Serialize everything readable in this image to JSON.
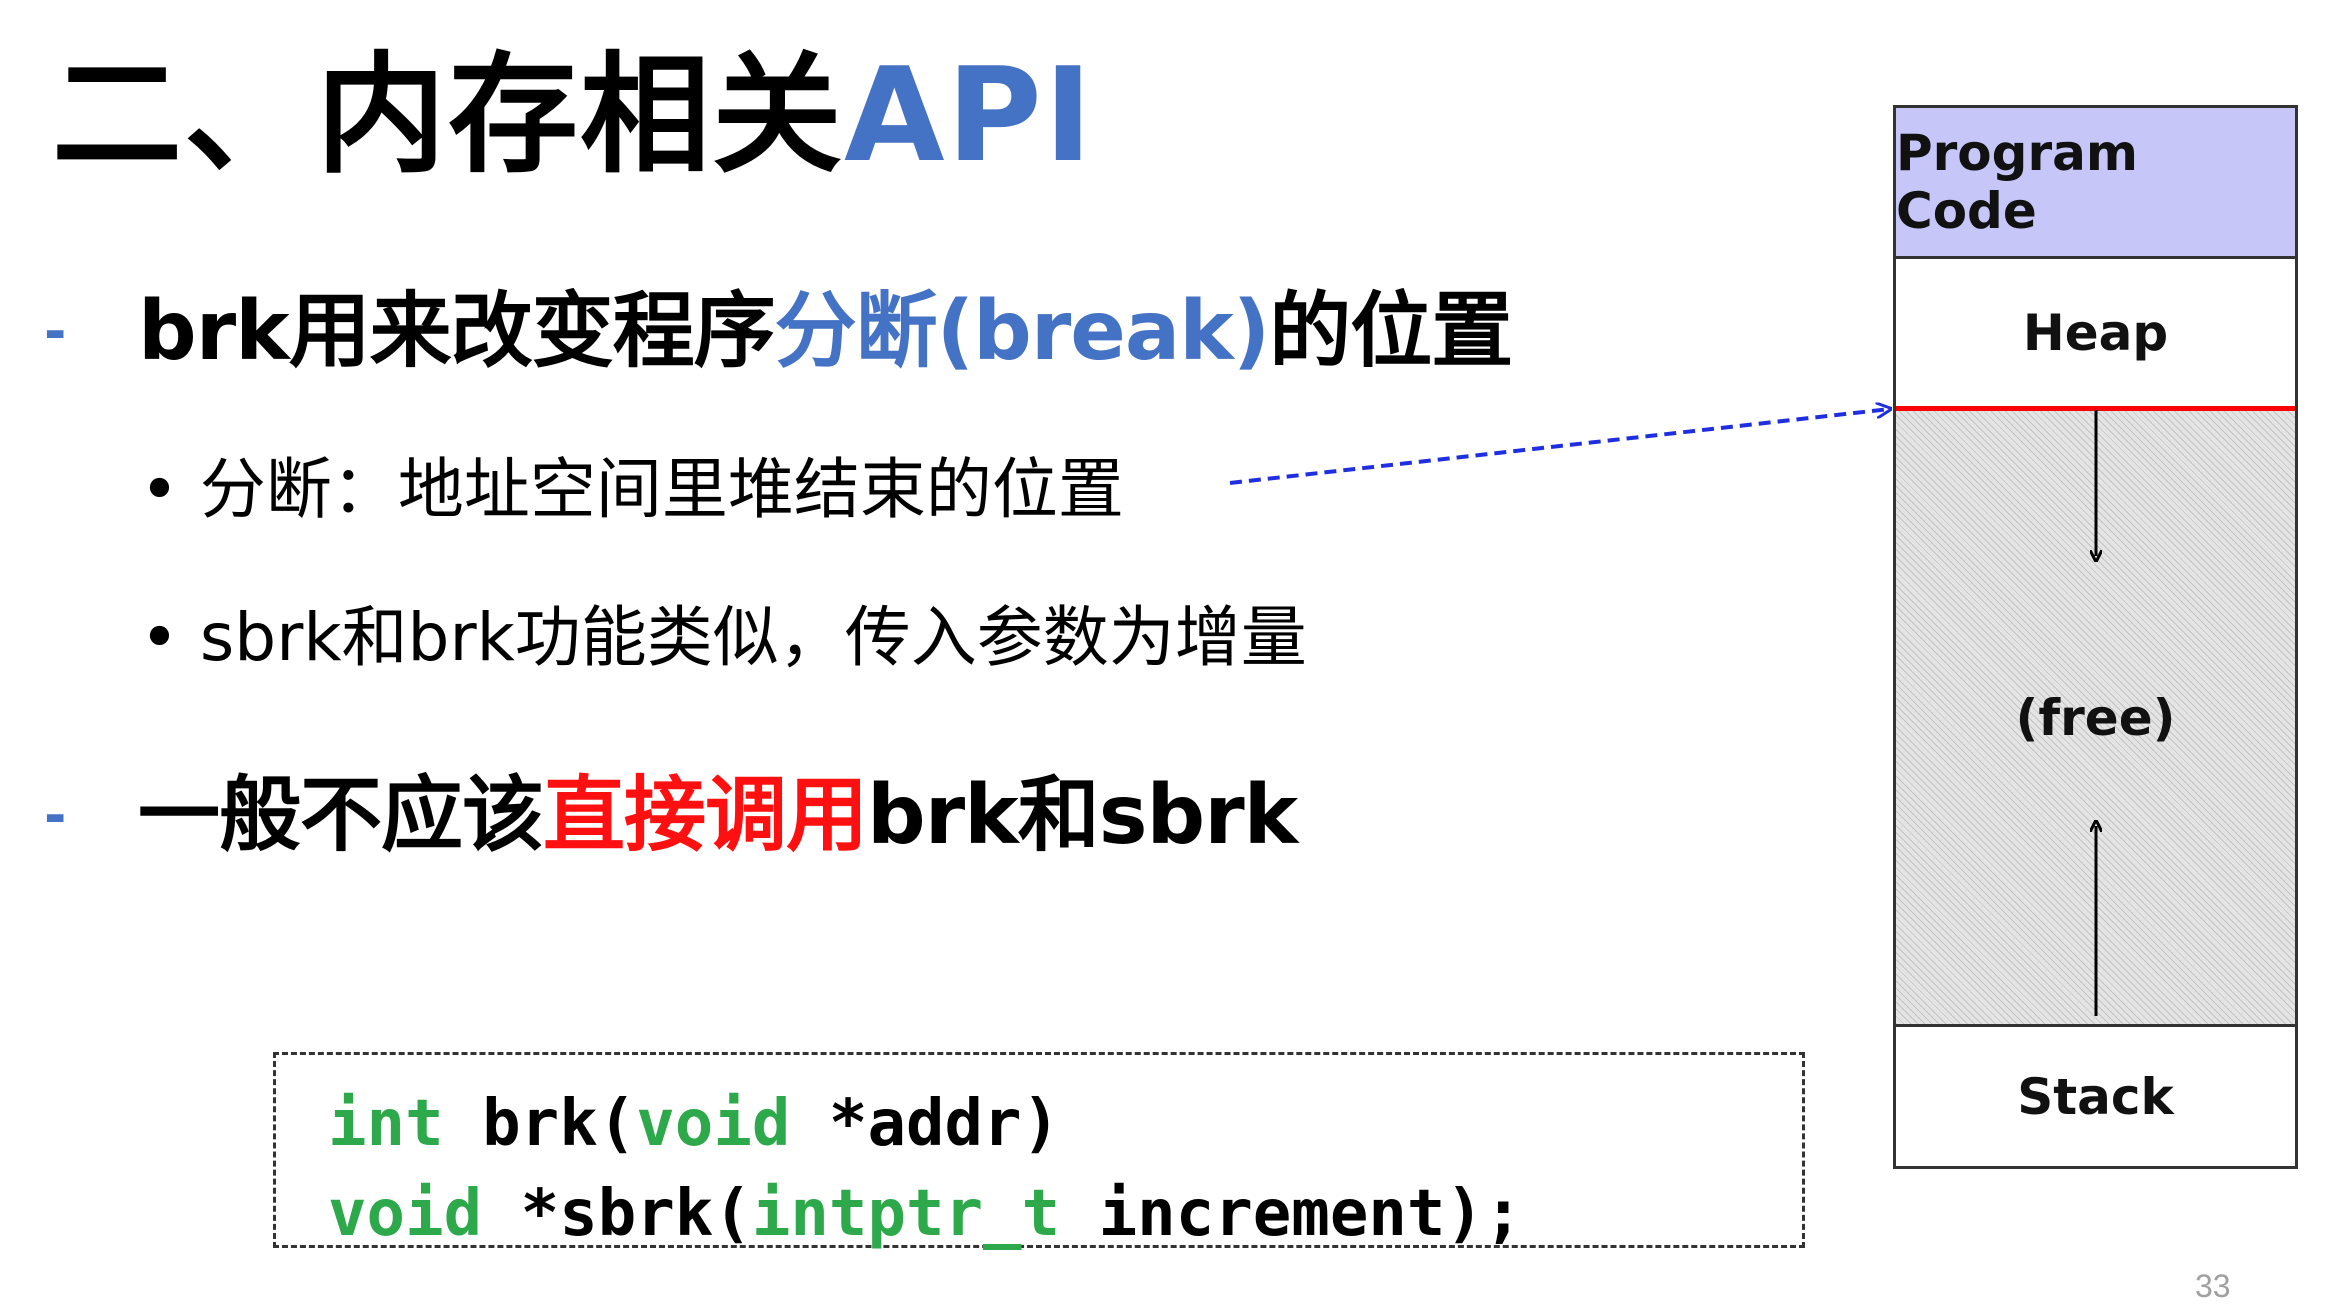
{
  "slide": {
    "title_prefix": "二、内存相关",
    "title_highlight": "API",
    "page_number": "33"
  },
  "bullets": [
    {
      "marker": "-",
      "parts": [
        "brk用来改变程序",
        "分断(break)",
        "的位置"
      ]
    },
    {
      "marker": "-",
      "parts": [
        "一般不应该",
        "直接调用",
        "brk和sbrk"
      ]
    }
  ],
  "sub_bullets": [
    "• 分断：地址空间里堆结束的位置",
    "• sbrk和brk功能类似，传入参数为增量"
  ],
  "code": {
    "line1": {
      "type": "int",
      "rest1": " brk(",
      "param_type": "void",
      "rest2": " *addr)"
    },
    "line2": {
      "type": "void",
      "rest1": " *sbrk(",
      "param_type": "intptr_t",
      "rest2": " increment);"
    }
  },
  "memory": {
    "segments": [
      "Program Code",
      "Heap",
      "(free)",
      "Stack"
    ]
  },
  "colors": {
    "blue": "#4472C4",
    "red": "#FF1010",
    "green": "#2DA84A",
    "code_segment": "#C6C6F8",
    "break_line": "#FF0000",
    "pointer_arrow": "#1F2FE0"
  }
}
